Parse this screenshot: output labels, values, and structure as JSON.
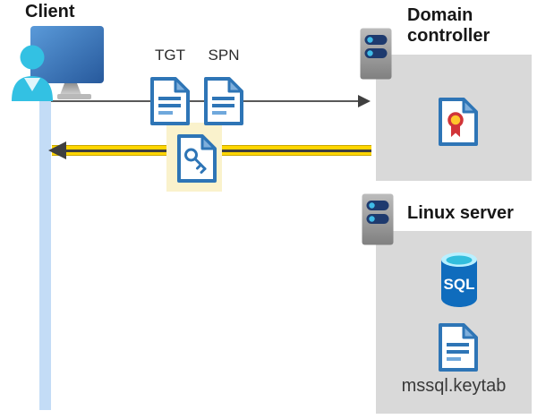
{
  "client": {
    "label": "Client"
  },
  "flow": {
    "tgt_label": "TGT",
    "spn_label": "SPN"
  },
  "domain_controller": {
    "label": "Domain controller"
  },
  "linux_server": {
    "label": "Linux server",
    "sql_badge": "SQL",
    "keytab_filename": "mssql.keytab"
  },
  "colors": {
    "doc_border_blue": "#2E75B6",
    "doc_fold_blue": "#7FAFDC",
    "highlight_yellow": "#FAF2CC",
    "arrow_yellow": "#FFD500",
    "arrow_dark_gray": "#3F3F3F",
    "panel_gray": "#D9D9D9",
    "timeline_bar_blue": "#C3DCF6",
    "server_slot_navy": "#1E3A6E",
    "server_dot_cyan": "#3FBCE8",
    "sql_body_blue": "#0F6CBD",
    "sql_top_cyan": "#32BEDD",
    "certificate_red": "#D13438",
    "certificate_gold": "#FFC72C",
    "person_cyan": "#33C1E3",
    "monitor_blue": "#3A72B5"
  }
}
